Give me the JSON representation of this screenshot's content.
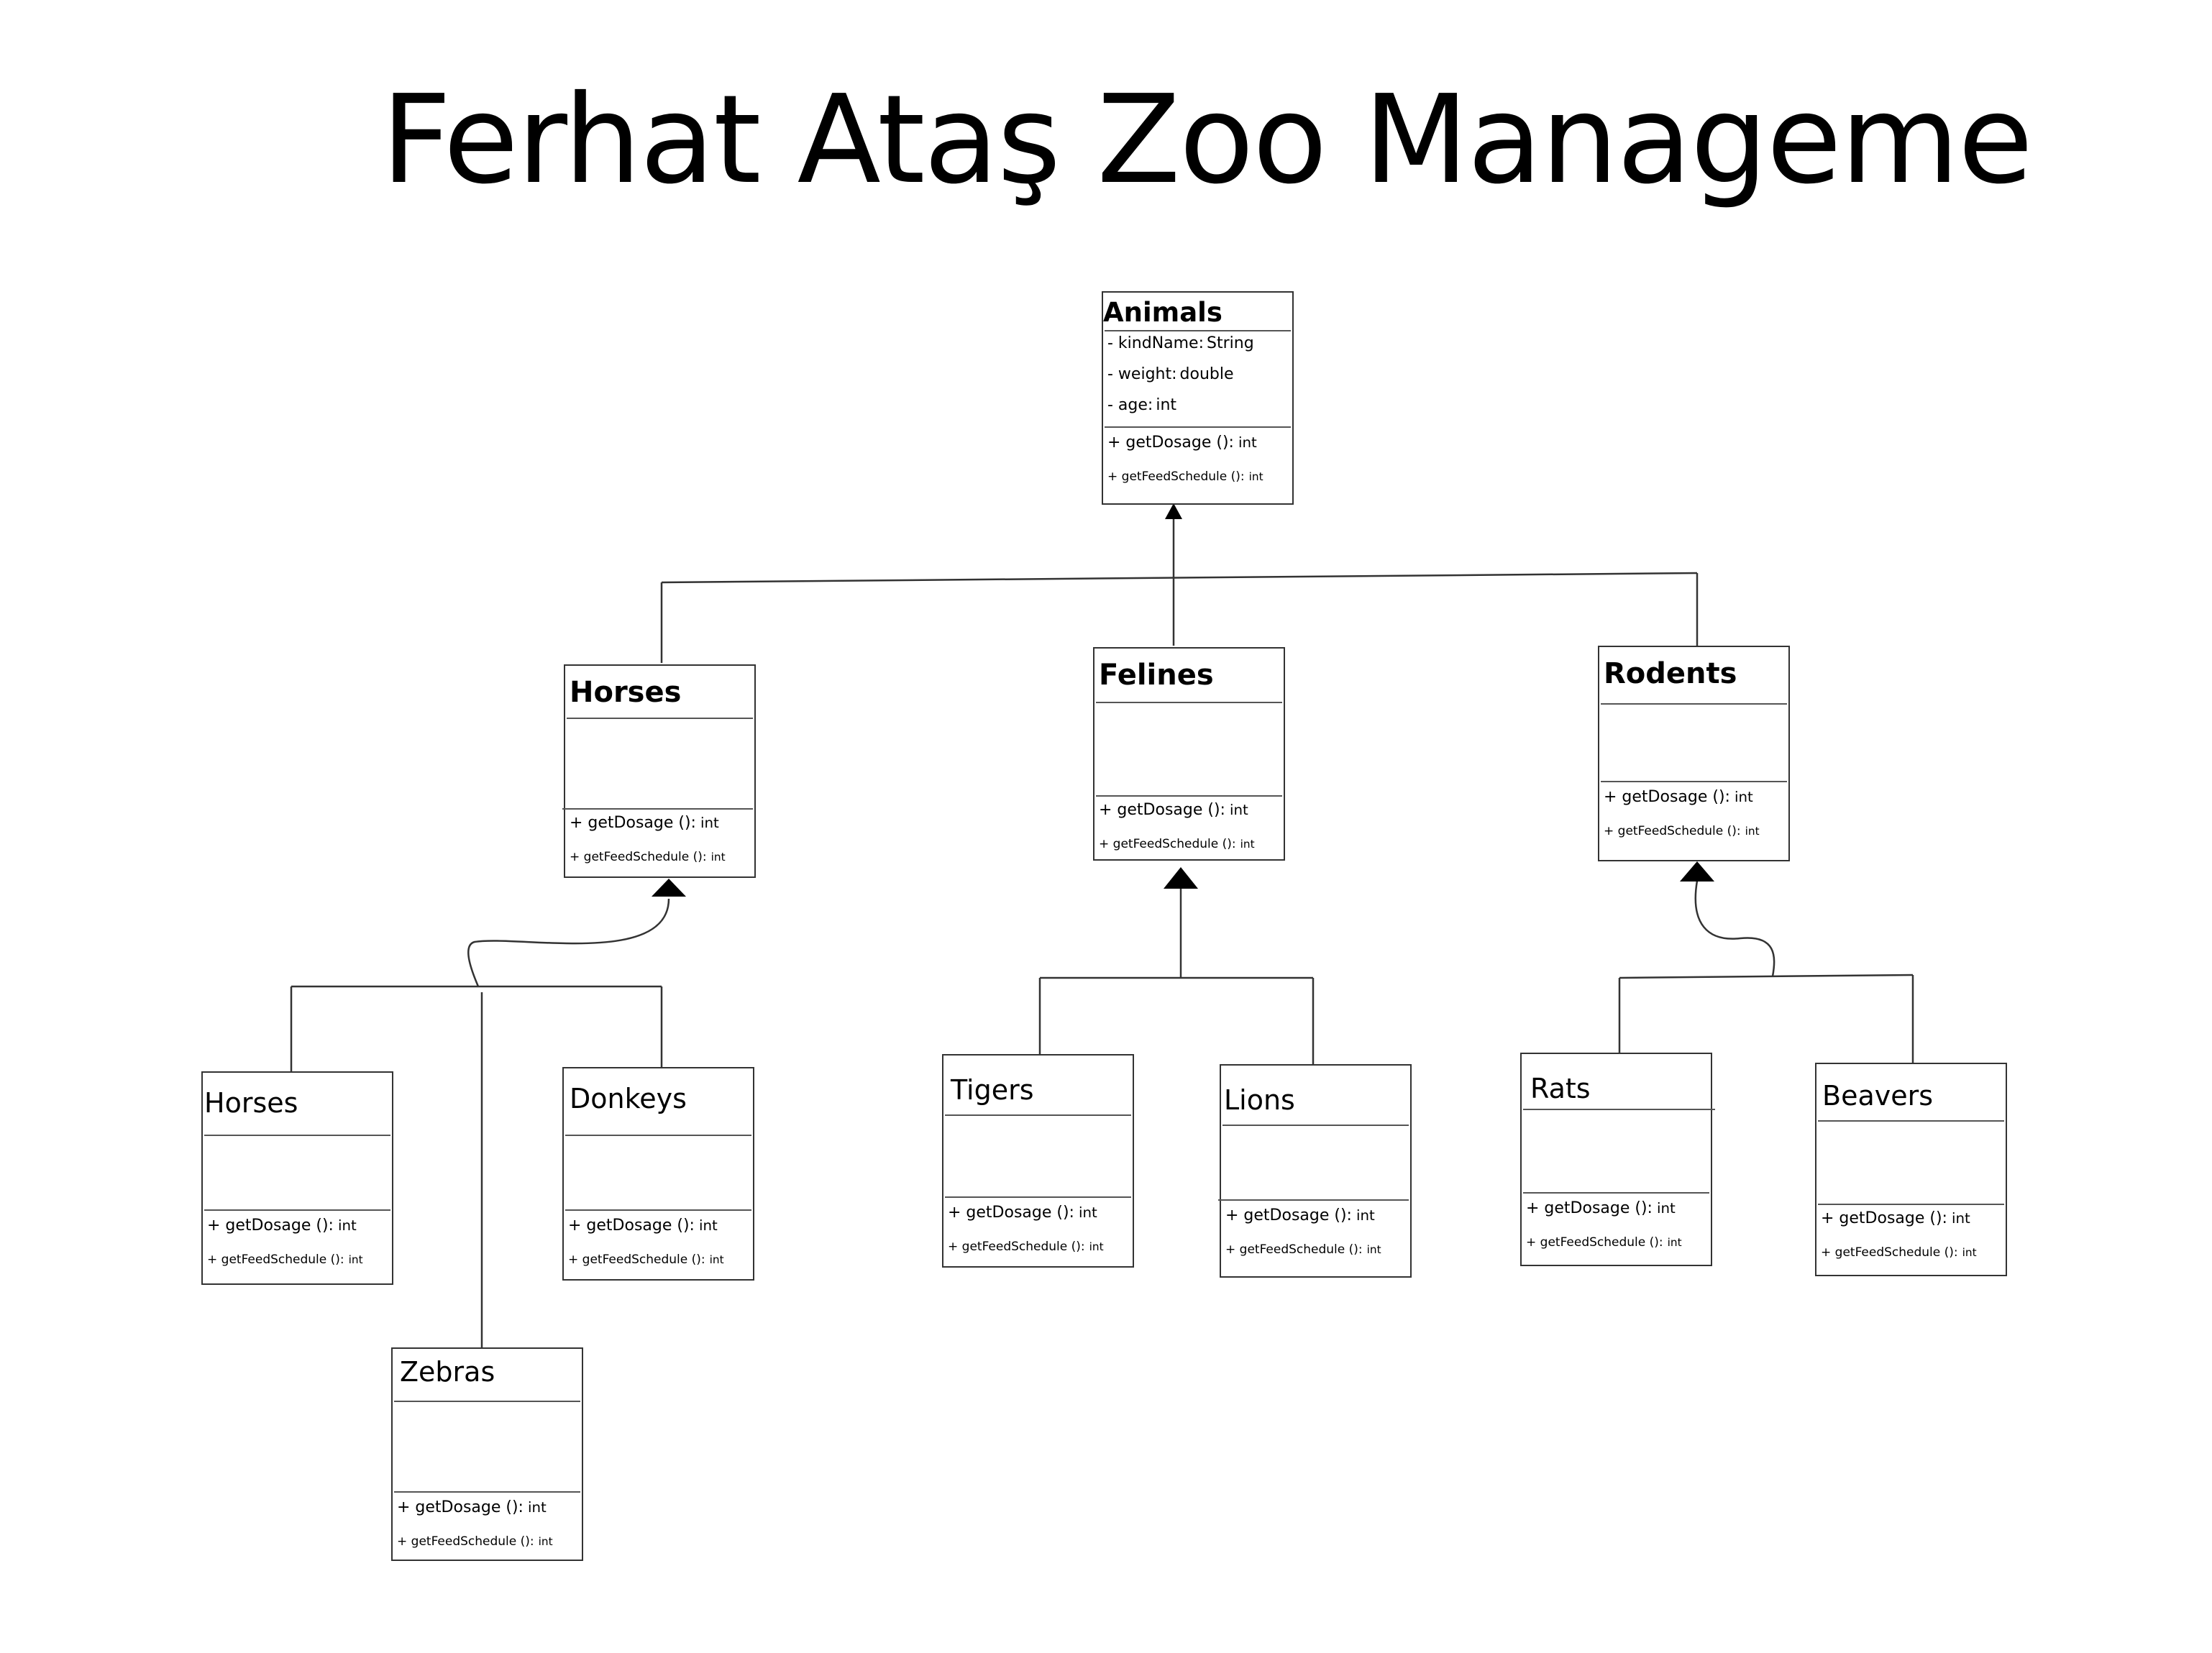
{
  "title": "Ferhat Ataş Zoo Manageme",
  "animals": {
    "name": "Animals",
    "attributes": [
      {
        "label": "- kindName:",
        "type": "String"
      },
      {
        "label": "- weight:",
        "type": "double"
      },
      {
        "label": "- age:",
        "type": "int"
      }
    ],
    "methods": [
      {
        "label": "+ getDosage ():",
        "type": "int"
      },
      {
        "label": "+ getFeedSchedule ():",
        "type": "int"
      }
    ]
  },
  "groups": {
    "horses": {
      "name": "Horses"
    },
    "felines": {
      "name": "Felines"
    },
    "rodents": {
      "name": "Rodents"
    }
  },
  "leaves": {
    "horses": {
      "name": "Horses"
    },
    "donkeys": {
      "name": "Donkeys"
    },
    "zebras": {
      "name": "Zebras"
    },
    "tigers": {
      "name": "Tigers"
    },
    "lions": {
      "name": "Lions"
    },
    "rats": {
      "name": "Rats"
    },
    "beavers": {
      "name": "Beavers"
    }
  },
  "method_labels": {
    "dosage": "+ getDosage ():",
    "feed": "+ getFeedSchedule ():",
    "type": "int"
  }
}
